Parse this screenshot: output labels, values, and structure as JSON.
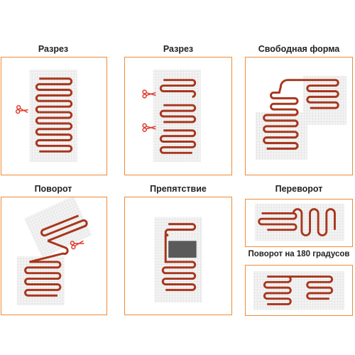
{
  "panels": [
    {
      "id": "cut-1",
      "title": "Разрез"
    },
    {
      "id": "cut-2",
      "title": "Разрез"
    },
    {
      "id": "free-form",
      "title": "Свободная форма"
    },
    {
      "id": "rotation",
      "title": "Поворот"
    },
    {
      "id": "obstacle",
      "title": "Препятствие"
    },
    {
      "id": "flip",
      "title": "Переворот"
    },
    {
      "id": "rotate-180",
      "title": "Поворот на 180 градусов"
    }
  ],
  "colors": {
    "border": "#f08a38",
    "cable": "#a8361c",
    "mesh": "#d6d6d6",
    "obstacle": "#5a5a5a",
    "scissors": "#e0392b"
  },
  "icons": [
    "scissors-icon"
  ]
}
